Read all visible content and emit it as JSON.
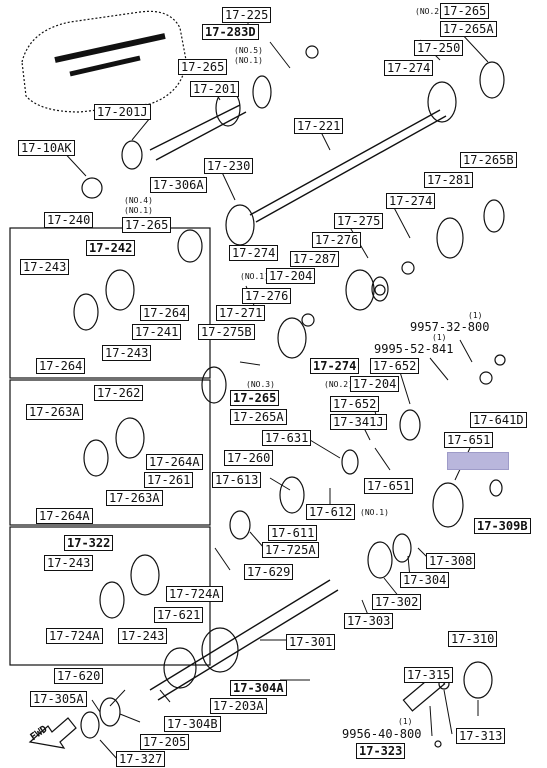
{
  "labels": {
    "l1": "17-225",
    "l2": "17-283D",
    "l3": "(NO.5)",
    "l4": "(NO.1)",
    "l5": "17-265",
    "l6": "(NO.2)",
    "l7": "17-265",
    "l8": "17-265A",
    "l9": "17-250",
    "l10": "17-274",
    "l11": "17-201",
    "l12": "17-201J",
    "l13": "17-221",
    "l14": "17-10AK",
    "l15": "17-306A",
    "l16": "17-230",
    "l17": "(NO.4)",
    "l18": "(NO.1)",
    "l19": "17-265",
    "l20": "17-274",
    "l21": "17-265B",
    "l22": "17-281",
    "l23": "17-274",
    "l24": "17-275",
    "l25": "17-276",
    "l26": "17-240",
    "l27": "17-242",
    "l28": "17-243",
    "l29": "17-287",
    "l30": "(NO.1)",
    "l31": "17-204",
    "l32": "17-264",
    "l33": "17-241",
    "l34": "17-243",
    "l35": "17-264",
    "l36": "17-276",
    "l37": "17-271",
    "l38": "17-275B",
    "l39": "9957-32-800",
    "l40": "(1)",
    "l41": "9995-52-841",
    "l42": "(1)",
    "l43": "17-652",
    "l44": "17-274",
    "l45": "(NO.3)",
    "l46": "17-265",
    "l47": "17-265A",
    "l48": "(NO.2)",
    "l49": "17-204",
    "l50": "17-652",
    "l51": "17-341J",
    "l52": "17-641D",
    "l53": "17-262",
    "l54": "17-263A",
    "l55": "17-631",
    "l56": "17-651",
    "l57": "17-264A",
    "l58": "17-260",
    "l59": "17-261",
    "l60": "17-263A",
    "l61": "17-613",
    "l62": "17-651",
    "l63": "17-264A",
    "l64": "17-612",
    "l65": "(NO.1)",
    "l66": "17-309B",
    "l67": "17-611",
    "l68": "17-725A",
    "l69": "17-308",
    "l70": "17-322",
    "l71": "17-243",
    "l72": "17-629",
    "l73": "17-304",
    "l74": "17-724A",
    "l75": "17-621",
    "l76": "17-302",
    "l77": "17-303",
    "l78": "17-724A",
    "l79": "17-243",
    "l80": "17-301",
    "l81": "17-310",
    "l82": "17-620",
    "l83": "17-315",
    "l84": "17-304A",
    "l85": "17-305A",
    "l86": "17-203A",
    "l87": "17-304B",
    "l88": "17-313",
    "l89": "(1)",
    "l90": "9956-40-800",
    "l91": "17-205",
    "l92": "17-327",
    "l93": "17-323",
    "fwd": "FWD"
  }
}
